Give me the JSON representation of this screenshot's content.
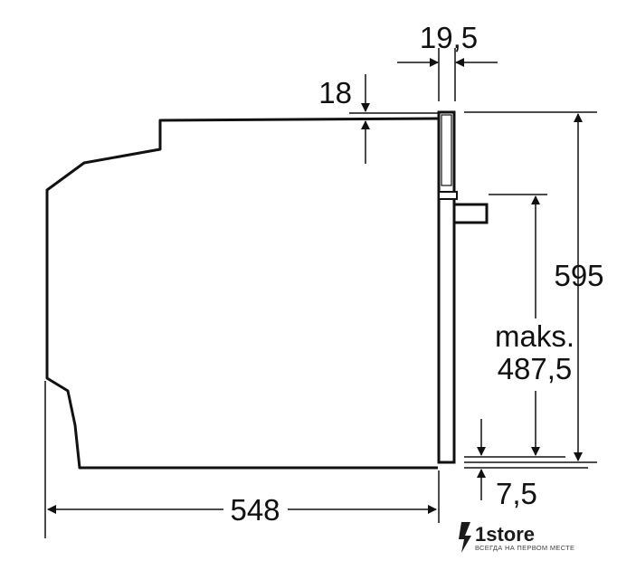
{
  "diagram": {
    "dimensions": {
      "top_offset": "19,5",
      "panel_gap": "18",
      "total_height": "595",
      "max_label": "maks.",
      "max_value": "487,5",
      "depth": "548",
      "bottom_offset": "7,5"
    }
  },
  "watermark": {
    "brand": "1store",
    "tagline": "ВСЕГДА НА ПЕРВОМ МЕСТЕ",
    "icon": "lightning-bolt-icon"
  },
  "colors": {
    "line": "#111111",
    "watermark": "#1b1b1b"
  }
}
